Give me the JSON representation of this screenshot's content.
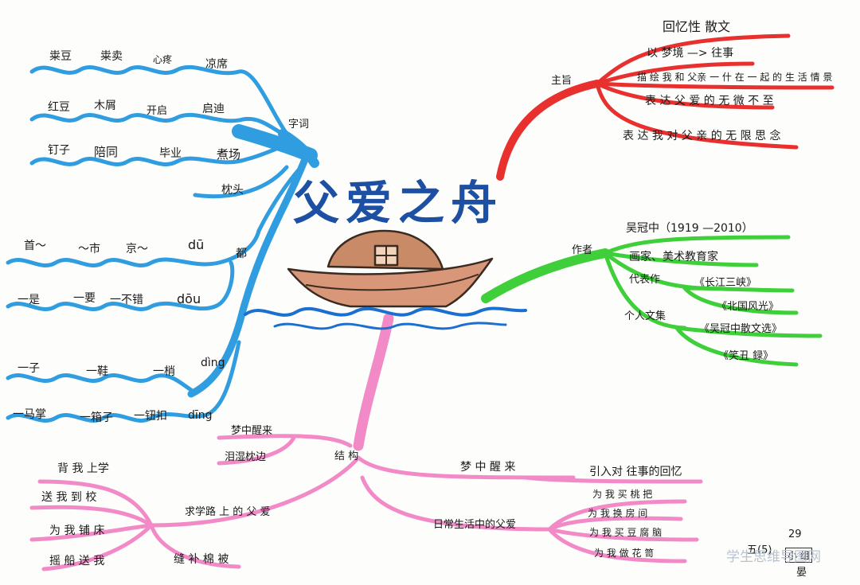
{
  "title": "父爱之舟",
  "watermark": "学生思维导图网",
  "colors": {
    "words": "#2f9de0",
    "theme": "#e8302f",
    "author": "#3fcf3a",
    "structure": "#f28ac8",
    "title": "#1d4fa3",
    "boat": "#d9977a"
  },
  "words": {
    "hub": "字词",
    "r1": [
      "粜豆",
      "粜卖",
      "心疼",
      "凉席"
    ],
    "r2": [
      "红豆",
      "木屑",
      "开启",
      "启迪"
    ],
    "r3": [
      "钉子",
      "陪同",
      "毕业",
      "煮场"
    ],
    "r4": [
      "枕头"
    ],
    "du": {
      "items": [
        "首～",
        "～市",
        "京～"
      ],
      "py": "dū",
      "char": "都"
    },
    "dou": {
      "items": [
        "一是",
        "一要",
        "一不错"
      ],
      "py": "dōu"
    },
    "ding1": {
      "items": [
        "一子",
        "一鞋",
        "一梢"
      ],
      "py": "dìng"
    },
    "ding2": {
      "items": [
        "一马掌",
        "一箱子",
        "一钮扣"
      ],
      "py": "dīng"
    }
  },
  "theme": {
    "hub": "主旨",
    "items": [
      "回忆性 散文",
      "以 梦境 —> 往事",
      "描 绘 我 和 父亲 一 什 在 一 起 的 生 活 情 景",
      "表 达 父 爱 的 无 微 不 至",
      "表 达 我 对 父 亲 的 无 限 思 念"
    ]
  },
  "author": {
    "hub": "作者",
    "name": "吴冠中（1919 —2010）",
    "role": "画家、美术教育家",
    "works_label": "代表作",
    "works": [
      "《长江三峡》",
      "《北国风光》"
    ],
    "essays_label": "个人文集",
    "essays": [
      "《吴冠中散文选》",
      "《笑丑 録》"
    ]
  },
  "structure": {
    "hub": "结 构",
    "left_top": [
      "梦中醒来",
      "泪湿枕边"
    ],
    "road_label": "求学路 上 的 父 爱",
    "road": [
      "背 我 上学",
      "送 我 到 校",
      "为 我 铺 床",
      "摇 船 送 我",
      "缝 补 棉 被"
    ],
    "right_top": {
      "label": "梦 中 醒 来",
      "detail": "引入对 往事的回忆"
    },
    "daily_label": "日常生活中的父爱",
    "daily": [
      "为 我 买 桃 把",
      "为 我 换 房 间",
      "为 我 买 豆 腐 脑",
      "为 我 做 花 笥"
    ]
  },
  "signature": {
    "num": "29",
    "name": "五(5)",
    "sub": "小 组",
    "tag": "晏"
  }
}
